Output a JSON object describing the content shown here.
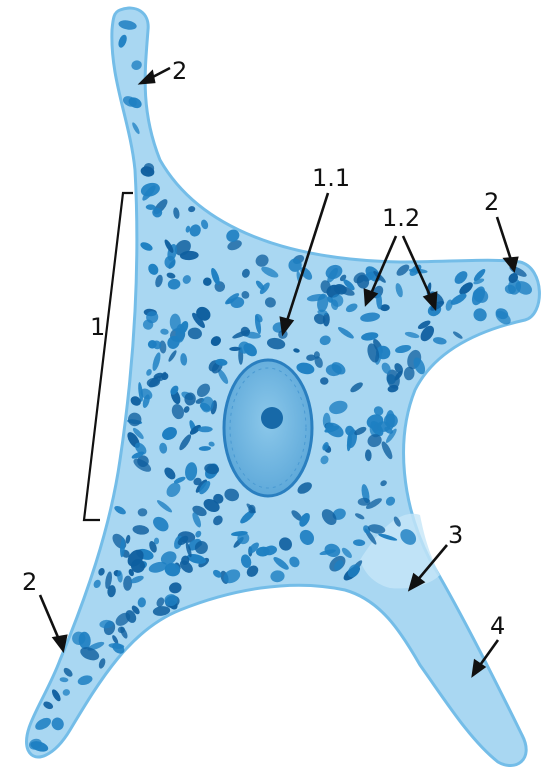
{
  "figure": {
    "labels": {
      "bracket": "1",
      "nucleus": "1.1",
      "granules": "1.2",
      "top_process": "2",
      "right_process": "2",
      "left_process": "2",
      "axon_hillock": "3",
      "axon": "4"
    },
    "colors": {
      "cytoplasm": "#a9d7f2",
      "cytoplasm_edge": "#74bde8",
      "granule": "#1e7fc2",
      "granule_dark": "#0f5f9f",
      "nucleus": "#6bb3e0",
      "nucleolus": "#1769a8",
      "ink": "#111111"
    }
  }
}
